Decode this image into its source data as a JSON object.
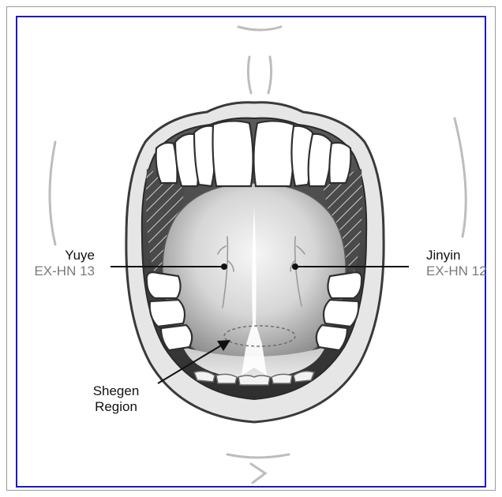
{
  "labels": {
    "yuye": {
      "name": "Yuye",
      "code": "EX-HN 13"
    },
    "jinyin": {
      "name": "Jinyin",
      "code": "EX-HN 12"
    },
    "shegen": {
      "line1": "Shegen",
      "line2": "Region"
    }
  },
  "colors": {
    "frame": "#1a1ac8",
    "outline": "#3a3a3a",
    "lip": "#e4e4e4",
    "tongue_light": "#f4f4f4",
    "tongue_dark": "#9a9a9a",
    "mouth_dark": "#4a4a4a"
  }
}
